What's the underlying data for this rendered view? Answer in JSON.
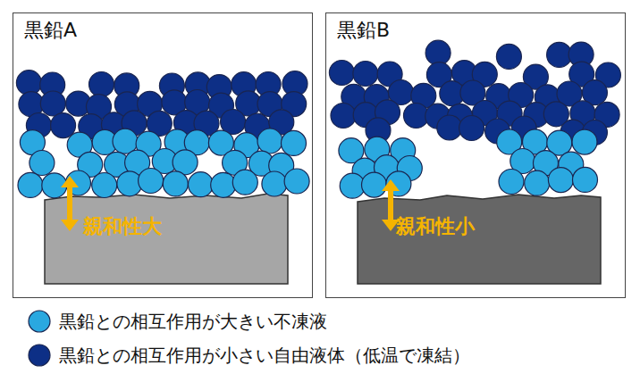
{
  "diagram": {
    "nodes": [
      {
        "text": [
          "黒鉛A"
        ]
      },
      {
        "text": [
          "親和性大"
        ],
        "in": 0
      },
      {
        "text": [
          "黒鉛B"
        ]
      },
      {
        "text": [
          "親和性小"
        ],
        "in": 2
      }
    ],
    "legend": [
      {
        "text": "黒鉛との相互作用が大きい不凍液",
        "color": "#2aa8e0"
      },
      {
        "text": "黒鉛との相互作用が小さい自由液体（低温で凍結）",
        "color": "#0d2f86"
      }
    ]
  }
}
